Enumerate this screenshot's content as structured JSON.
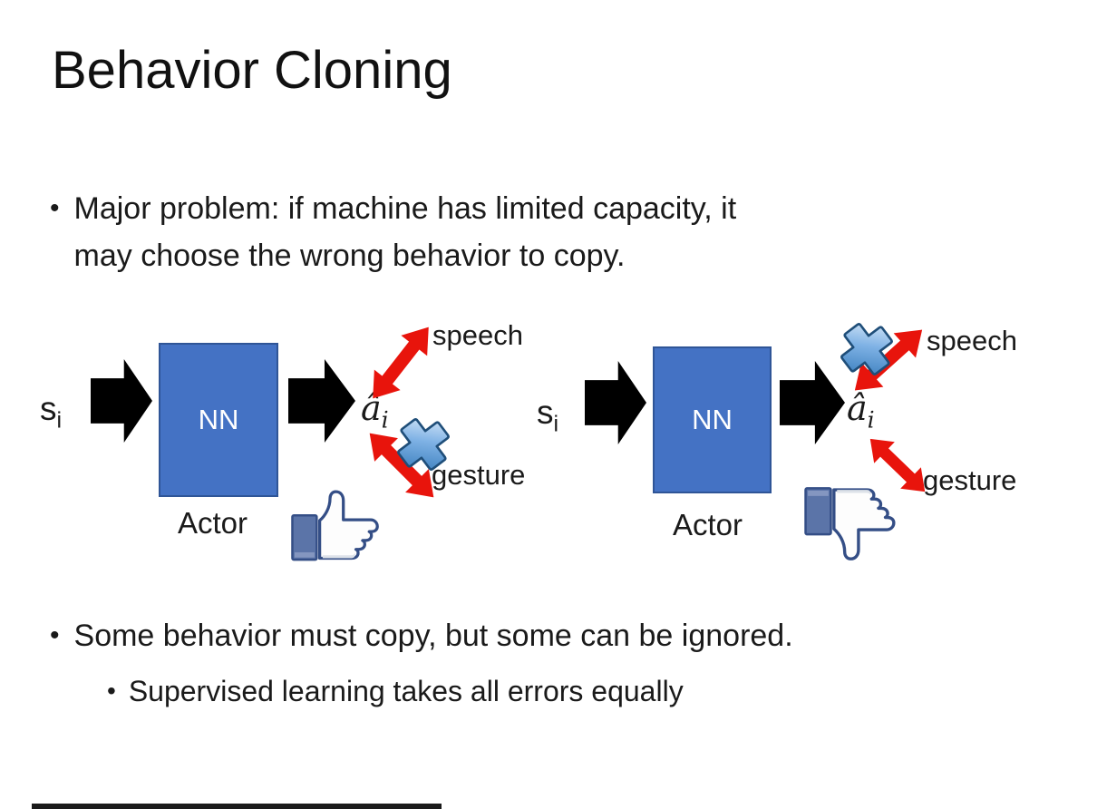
{
  "slide": {
    "title": "Behavior Cloning",
    "bullet_char": "•",
    "bullets": {
      "major_problem_line1": "Major problem: if machine has limited capacity, it",
      "major_problem_line2": "may choose the wrong behavior to copy.",
      "some_behavior": "Some behavior must copy, but some can be ignored.",
      "supervised": "Supervised learning takes all errors equally"
    }
  },
  "diagram_left": {
    "input_symbol": "s",
    "input_subscript": "i",
    "nn_label": "NN",
    "actor_label": "Actor",
    "output_symbol": "â",
    "output_subscript": "i",
    "speech_label": "speech",
    "gesture_label": "gesture",
    "crossed_out": "gesture",
    "feedback_icon": "thumbs-up"
  },
  "diagram_right": {
    "input_symbol": "s",
    "input_subscript": "i",
    "nn_label": "NN",
    "actor_label": "Actor",
    "output_symbol": "â",
    "output_subscript": "i",
    "speech_label": "speech",
    "gesture_label": "gesture",
    "crossed_out": "speech",
    "feedback_icon": "thumbs-down"
  },
  "colors": {
    "nn_box_fill": "#4472C4",
    "nn_box_border": "#2F5597",
    "block_arrow": "#000000",
    "double_arrow_red": "#E8140C",
    "cross_blue_dark": "#1F4E79",
    "cross_blue_mid": "#5B9BD5",
    "thumb_outline": "#344E86",
    "thumb_cuff": "#5B74A8",
    "text": "#1A1A1A"
  }
}
